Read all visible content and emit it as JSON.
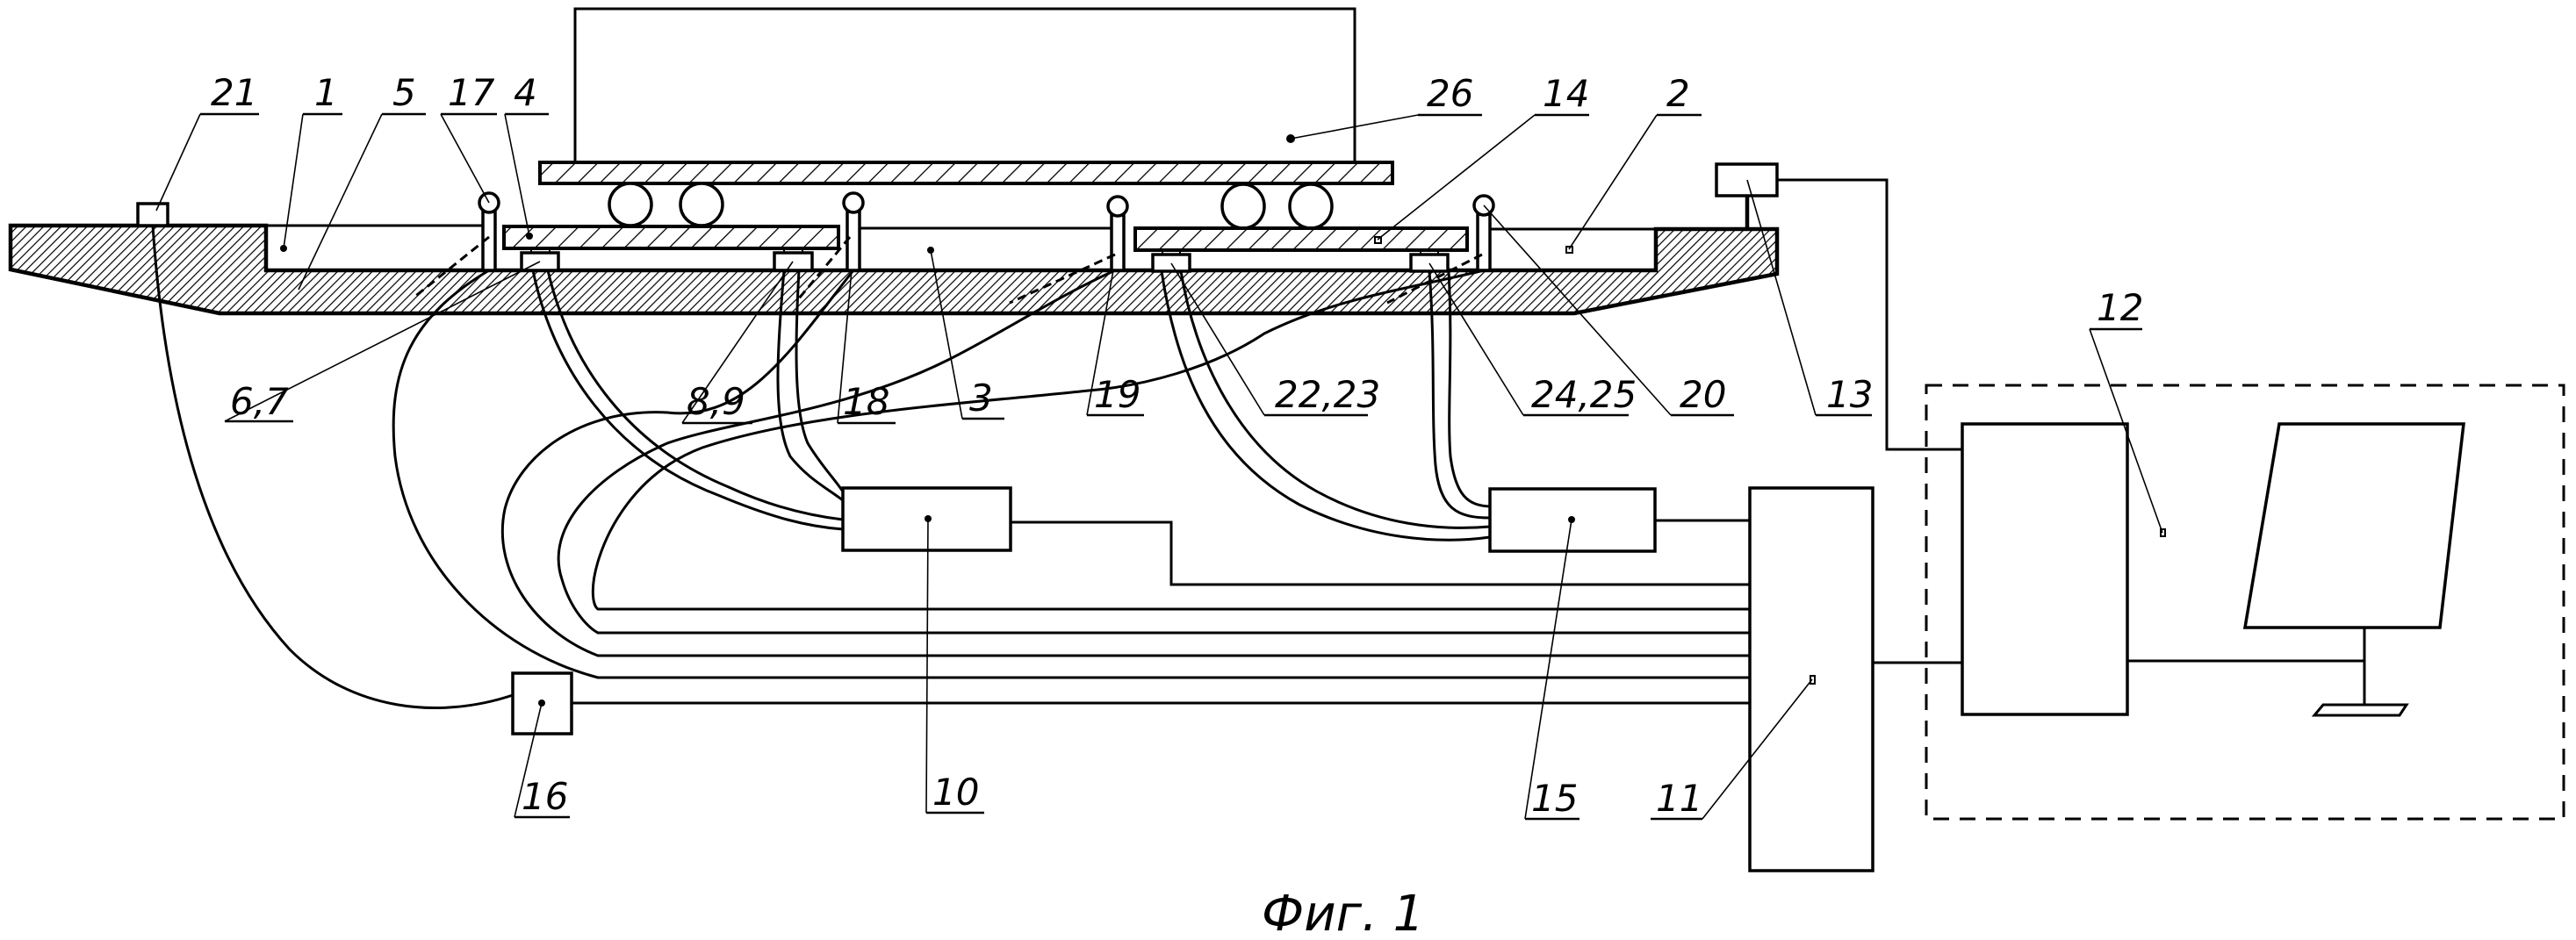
{
  "figure": {
    "caption": "Фиг. 1",
    "type": "patent-drawing",
    "subject": "weighing installation with railway platforms, sensors, processing blocks and computer"
  },
  "labels": [
    {
      "id": "21",
      "text": "21",
      "refers_to": "sensor-21"
    },
    {
      "id": "1",
      "text": "1",
      "refers_to": "pit-1"
    },
    {
      "id": "5",
      "text": "5",
      "refers_to": "foundation-5"
    },
    {
      "id": "17",
      "text": "17",
      "refers_to": "post-17"
    },
    {
      "id": "4",
      "text": "4",
      "refers_to": "platform-4"
    },
    {
      "id": "26",
      "text": "26",
      "refers_to": "wagon-26"
    },
    {
      "id": "14",
      "text": "14",
      "refers_to": "platform-14"
    },
    {
      "id": "2",
      "text": "2",
      "refers_to": "pit-2"
    },
    {
      "id": "6_7",
      "text": "6,7",
      "refers_to": "sensor-6-7"
    },
    {
      "id": "8_9",
      "text": "8,9",
      "refers_to": "sensor-8-9"
    },
    {
      "id": "18",
      "text": "18",
      "refers_to": "post-18"
    },
    {
      "id": "3",
      "text": "3",
      "refers_to": "pit-3"
    },
    {
      "id": "19",
      "text": "19",
      "refers_to": "post-19"
    },
    {
      "id": "22_23",
      "text": "22,23",
      "refers_to": "sensor-22-23"
    },
    {
      "id": "24_25",
      "text": "24,25",
      "refers_to": "sensor-24-25"
    },
    {
      "id": "20",
      "text": "20",
      "refers_to": "post-20"
    },
    {
      "id": "13",
      "text": "13",
      "refers_to": "sensor-13"
    },
    {
      "id": "12",
      "text": "12",
      "refers_to": "computer-12"
    },
    {
      "id": "16",
      "text": "16",
      "refers_to": "block-16"
    },
    {
      "id": "10",
      "text": "10",
      "refers_to": "block-10"
    },
    {
      "id": "15",
      "text": "15",
      "refers_to": "block-15"
    },
    {
      "id": "11",
      "text": "11",
      "refers_to": "block-11"
    }
  ]
}
